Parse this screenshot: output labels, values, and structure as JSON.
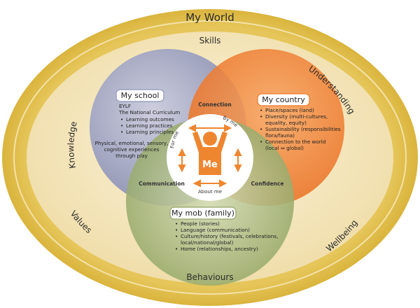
{
  "outer_ring": {
    "title": "My World",
    "skills": "Skills",
    "understanding": "Understanding",
    "wellbeing": "Wellbeing",
    "behaviours": "Behaviours",
    "values": "Values",
    "knowledge": "Knowledge"
  },
  "school": {
    "title": "My school",
    "lines": [
      "EYLF",
      "The National Curriculum"
    ],
    "bullets": [
      "Learning outcomes",
      "Learning practices",
      "Learning principles"
    ],
    "footer": [
      "Physical, emotional, sensory,",
      "cognitive experiences",
      "through play"
    ]
  },
  "country": {
    "title": "My country",
    "bullets": [
      [
        "Place/spaces (land)"
      ],
      [
        "Diversity (multi-cultures,",
        "equality, equity)"
      ],
      [
        "Sustainability (responsibilities",
        "flora/fauna)"
      ],
      [
        "Connection to the world",
        "(local ⇔ global)"
      ]
    ]
  },
  "family": {
    "title": "My mob (family)",
    "bullets": [
      [
        "People (stories)"
      ],
      [
        "Language (communication)"
      ],
      [
        "Culture/history (festivals, celebrations,",
        "local/national/global)"
      ],
      [
        "Home (relationships, ancestry)"
      ]
    ]
  },
  "overlaps": {
    "connection": "Connection",
    "communication": "Communication",
    "confidence": "Confidence"
  },
  "center": {
    "me": "Me",
    "for_me": "For me",
    "by_me": "By me",
    "about_me": "About me"
  },
  "colors": {
    "outer_gold": "#d8b33a",
    "inner_cream": "#f4e7c0",
    "school_purple": "#8f95b9",
    "country_orange": "#ee7a2c",
    "family_green": "#93a565",
    "me_orange": "#ee8630"
  }
}
